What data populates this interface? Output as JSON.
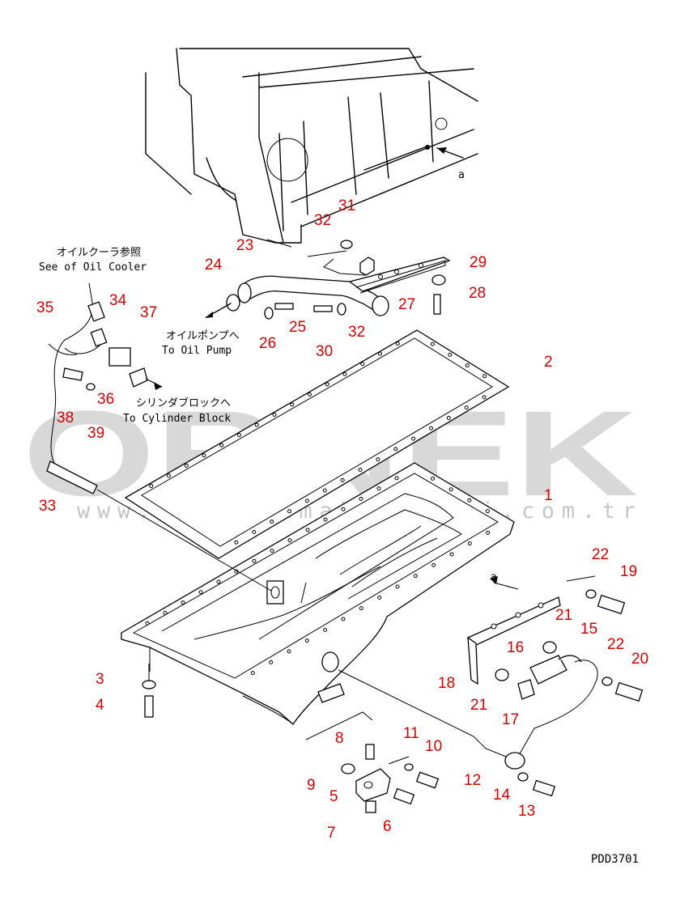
{
  "watermark": {
    "brand": "ORNEK",
    "url": "www.orneksimakinalari.com.tr"
  },
  "drawing_code": "PDD3701",
  "view_marker": "a",
  "notes": {
    "oil_cooler_jp": "オイルクーラ参照",
    "oil_cooler_en": "See of Oil Cooler",
    "oil_pump_jp": "オイルポンプへ",
    "oil_pump_en": "To Oil Pump",
    "cyl_block_jp": "シリンダブロックへ",
    "cyl_block_en": "To Cylinder Block"
  },
  "part_numbers": [
    "1",
    "2",
    "3",
    "4",
    "5",
    "6",
    "7",
    "8",
    "9",
    "10",
    "11",
    "12",
    "13",
    "14",
    "15",
    "16",
    "17",
    "18",
    "19",
    "20",
    "21",
    "22",
    "23",
    "24",
    "25",
    "26",
    "27",
    "28",
    "29",
    "30",
    "31",
    "32",
    "33",
    "34",
    "35",
    "36",
    "37",
    "38",
    "39"
  ],
  "callouts": [
    {
      "label": "1"
    },
    {
      "label": "2"
    },
    {
      "label": "3"
    },
    {
      "label": "4"
    },
    {
      "label": "5"
    },
    {
      "label": "6"
    },
    {
      "label": "7"
    },
    {
      "label": "8"
    },
    {
      "label": "9"
    },
    {
      "label": "10"
    },
    {
      "label": "11"
    },
    {
      "label": "12"
    },
    {
      "label": "13"
    },
    {
      "label": "14"
    },
    {
      "label": "15"
    },
    {
      "label": "16"
    },
    {
      "label": "17"
    },
    {
      "label": "18"
    },
    {
      "label": "19"
    },
    {
      "label": "20"
    },
    {
      "label": "21"
    },
    {
      "label": "21"
    },
    {
      "label": "22"
    },
    {
      "label": "22"
    },
    {
      "label": "23"
    },
    {
      "label": "24"
    },
    {
      "label": "25"
    },
    {
      "label": "26"
    },
    {
      "label": "27"
    },
    {
      "label": "28"
    },
    {
      "label": "29"
    },
    {
      "label": "30"
    },
    {
      "label": "31"
    },
    {
      "label": "32"
    },
    {
      "label": "32"
    },
    {
      "label": "33"
    },
    {
      "label": "34"
    },
    {
      "label": "35"
    },
    {
      "label": "36"
    },
    {
      "label": "37"
    },
    {
      "label": "38"
    },
    {
      "label": "39"
    }
  ],
  "colors": {
    "callout": "#d00000",
    "line": "#000000",
    "watermark": "#d8d8d8"
  }
}
